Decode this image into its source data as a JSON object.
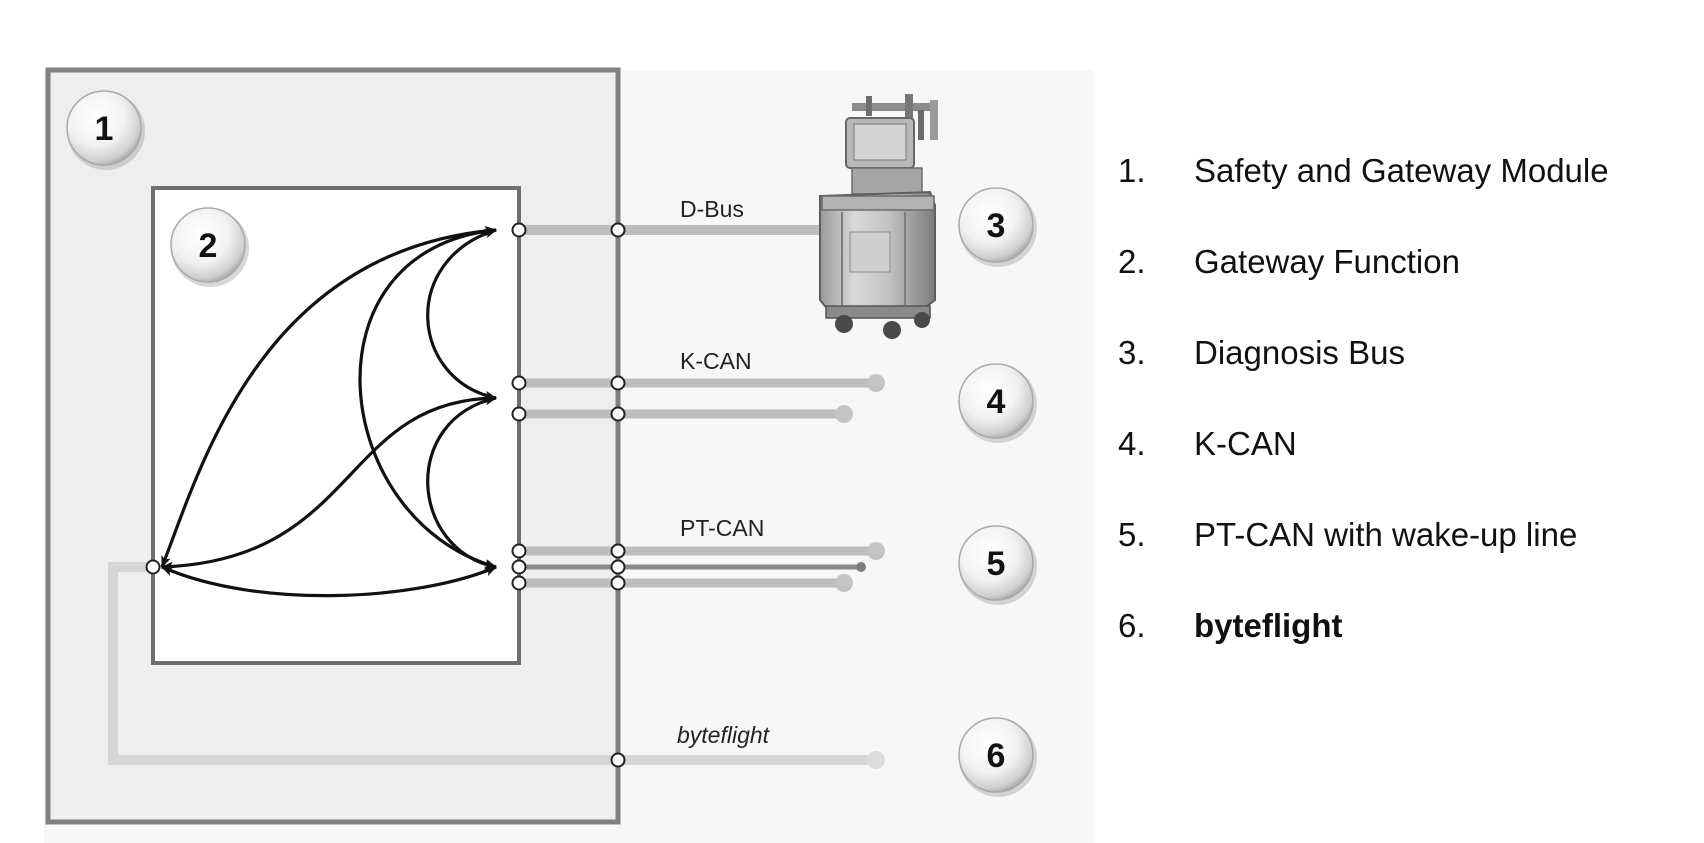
{
  "badges": {
    "b1": "1",
    "b2": "2",
    "b3": "3",
    "b4": "4",
    "b5": "5",
    "b6": "6"
  },
  "bus_labels": {
    "d_bus": "D-Bus",
    "k_can": "K-CAN",
    "pt_can": "PT-CAN",
    "byteflight": "byteflight"
  },
  "legend": [
    {
      "num": "1.",
      "text": "Safety and Gateway Module",
      "bold": false
    },
    {
      "num": "2.",
      "text": "Gateway Function",
      "bold": false
    },
    {
      "num": "3.",
      "text": "Diagnosis Bus",
      "bold": false
    },
    {
      "num": "4.",
      "text": "K-CAN",
      "bold": false
    },
    {
      "num": "5.",
      "text": "PT-CAN with wake-up line",
      "bold": false
    },
    {
      "num": "6.",
      "text": "byteflight",
      "bold": true
    }
  ],
  "colors": {
    "panel_bg": "#f0f0f0",
    "outer_box": "#808080",
    "inner_box": "#6e6e6e",
    "bus_line": "#bdbdbd",
    "arrow": "#111111"
  },
  "icons": {
    "diagnosis_station": "diagnosis-tester-cart-icon"
  }
}
